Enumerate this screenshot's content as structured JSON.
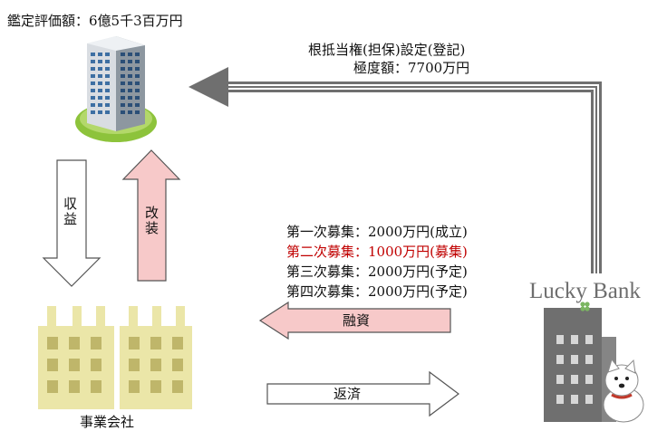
{
  "valuation_label": "鑑定評価額：6億5千3百万円",
  "mortgage": {
    "title": "根抵当権(担保)設定(登記)",
    "limit": "極度額：7700万円"
  },
  "arrows": {
    "revenue": "収益",
    "renovation": "改装",
    "financing": "融資",
    "repayment": "返済"
  },
  "rounds": [
    {
      "label": "第一次募集：2000万円(成立)",
      "color": "#111111"
    },
    {
      "label": "第二次募集：1000万円(募集)",
      "color": "#c00000"
    },
    {
      "label": "第三次募集：2000万円(予定)",
      "color": "#111111"
    },
    {
      "label": "第四次募集：2000万円(予定)",
      "color": "#111111"
    }
  ],
  "company_label": "事業会社",
  "brand": {
    "name_part1": "Lucky",
    "name_part2": "Bank"
  },
  "colors": {
    "pink_arrow": "#f7c9c9",
    "building_yellow": "#ebe6a8",
    "building_gray": "#707070",
    "connector_gray": "#6f6f6f"
  }
}
